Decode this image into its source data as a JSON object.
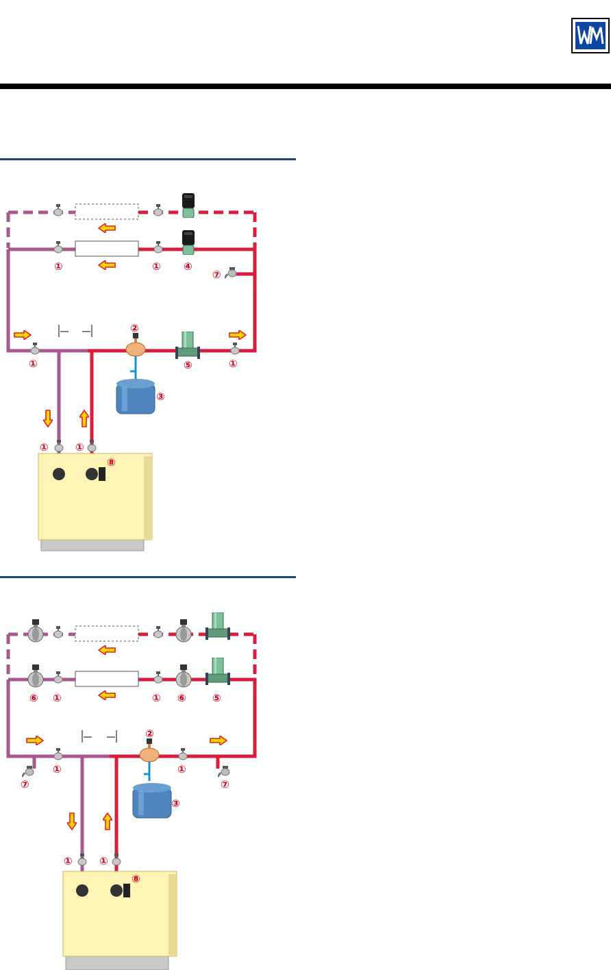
{
  "colors": {
    "supply_pipe": "#d81e3c",
    "return_pipe": "#a8588e",
    "flow_arrow_fill": "#ffd400",
    "flow_arrow_stroke": "#e02020",
    "boiler_fill": "#fff3b5",
    "tank_fill": "#4f86bd",
    "circulator_green": "#7cc19a",
    "section_rule": "#1f3f7f",
    "callout": "#d4001a"
  },
  "icons": [
    "wm-logo-icon",
    "ball-valve-icon",
    "zone-valve-icon",
    "circulator-pump-icon",
    "expansion-tank-icon",
    "flow-control-valve-icon",
    "drain-valve-icon",
    "air-separator-icon",
    "boiler-icon",
    "flow-arrow-icon"
  ],
  "diagram_1": {
    "callouts": [
      "①",
      "①",
      "④",
      "⑦",
      "②",
      "①",
      "⑤",
      "①",
      "③",
      "①",
      "①",
      "⑧"
    ]
  },
  "diagram_2": {
    "callouts": [
      "⑥",
      "①",
      "①",
      "⑥",
      "⑤",
      "②",
      "①",
      "①",
      "⑦",
      "⑦",
      "③",
      "①",
      "①",
      "⑧"
    ]
  }
}
